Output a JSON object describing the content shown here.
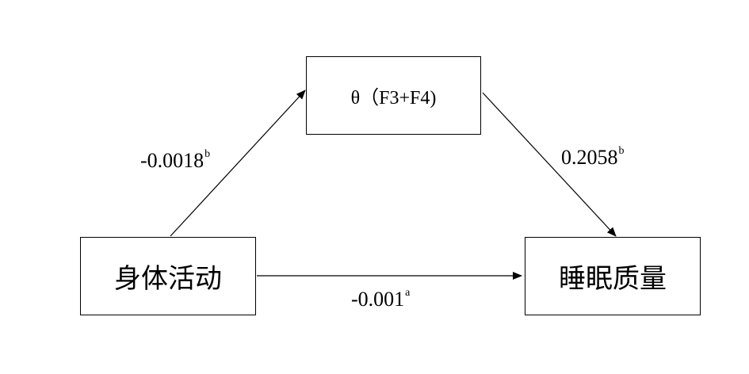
{
  "nodes": {
    "mediator": "θ（F3+F4)",
    "independent": "身体活动",
    "dependent": "睡眠质量"
  },
  "paths": {
    "a": {
      "value": "-0.0018",
      "sup": "b"
    },
    "b": {
      "value": "0.2058",
      "sup": "b"
    },
    "c": {
      "value": "-0.001",
      "sup": "a"
    }
  }
}
